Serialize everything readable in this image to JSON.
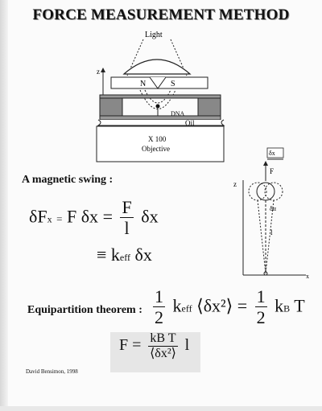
{
  "title": "FORCE MEASUREMENT METHOD",
  "diagram": {
    "light": "Light",
    "z": "z",
    "magnet_n": "N",
    "magnet_s": "S",
    "dna": "DNA",
    "oil": "Oil",
    "objective_line1": "X 100",
    "objective_line2": "Objective"
  },
  "swing": {
    "heading": "A magnetic swing :",
    "eq1_lhs": "δF",
    "eq1_lhs_sub": "x",
    "eq1_eq": "=",
    "eq1_mid": "F δx",
    "eq1_eq2": "=",
    "eq1_num": "F",
    "eq1_den": "l",
    "eq1_rhs": "δx",
    "eq2_eq": "≡",
    "eq2_k": "k",
    "eq2_k_sub": "eff",
    "eq2_rhs": "δx"
  },
  "pendulum": {
    "dx": "δx",
    "z": "z",
    "F": "F",
    "dtheta": "δα",
    "l": "l",
    "x": "x"
  },
  "equipartition": {
    "label": "Equipartition theorem :",
    "half": "1",
    "two": "2",
    "k_eff": "k",
    "k_eff_sub": "eff",
    "mean_lhs": "⟨δx²⟩",
    "eq": "=",
    "kbT_k": "k",
    "kbT_sub": "B",
    "kbT_T": "T"
  },
  "result": {
    "F": "F",
    "eq": "=",
    "num": "kB T",
    "den": "⟨δx²⟩",
    "l": "l"
  },
  "credit": "David Bensimon, 1998"
}
